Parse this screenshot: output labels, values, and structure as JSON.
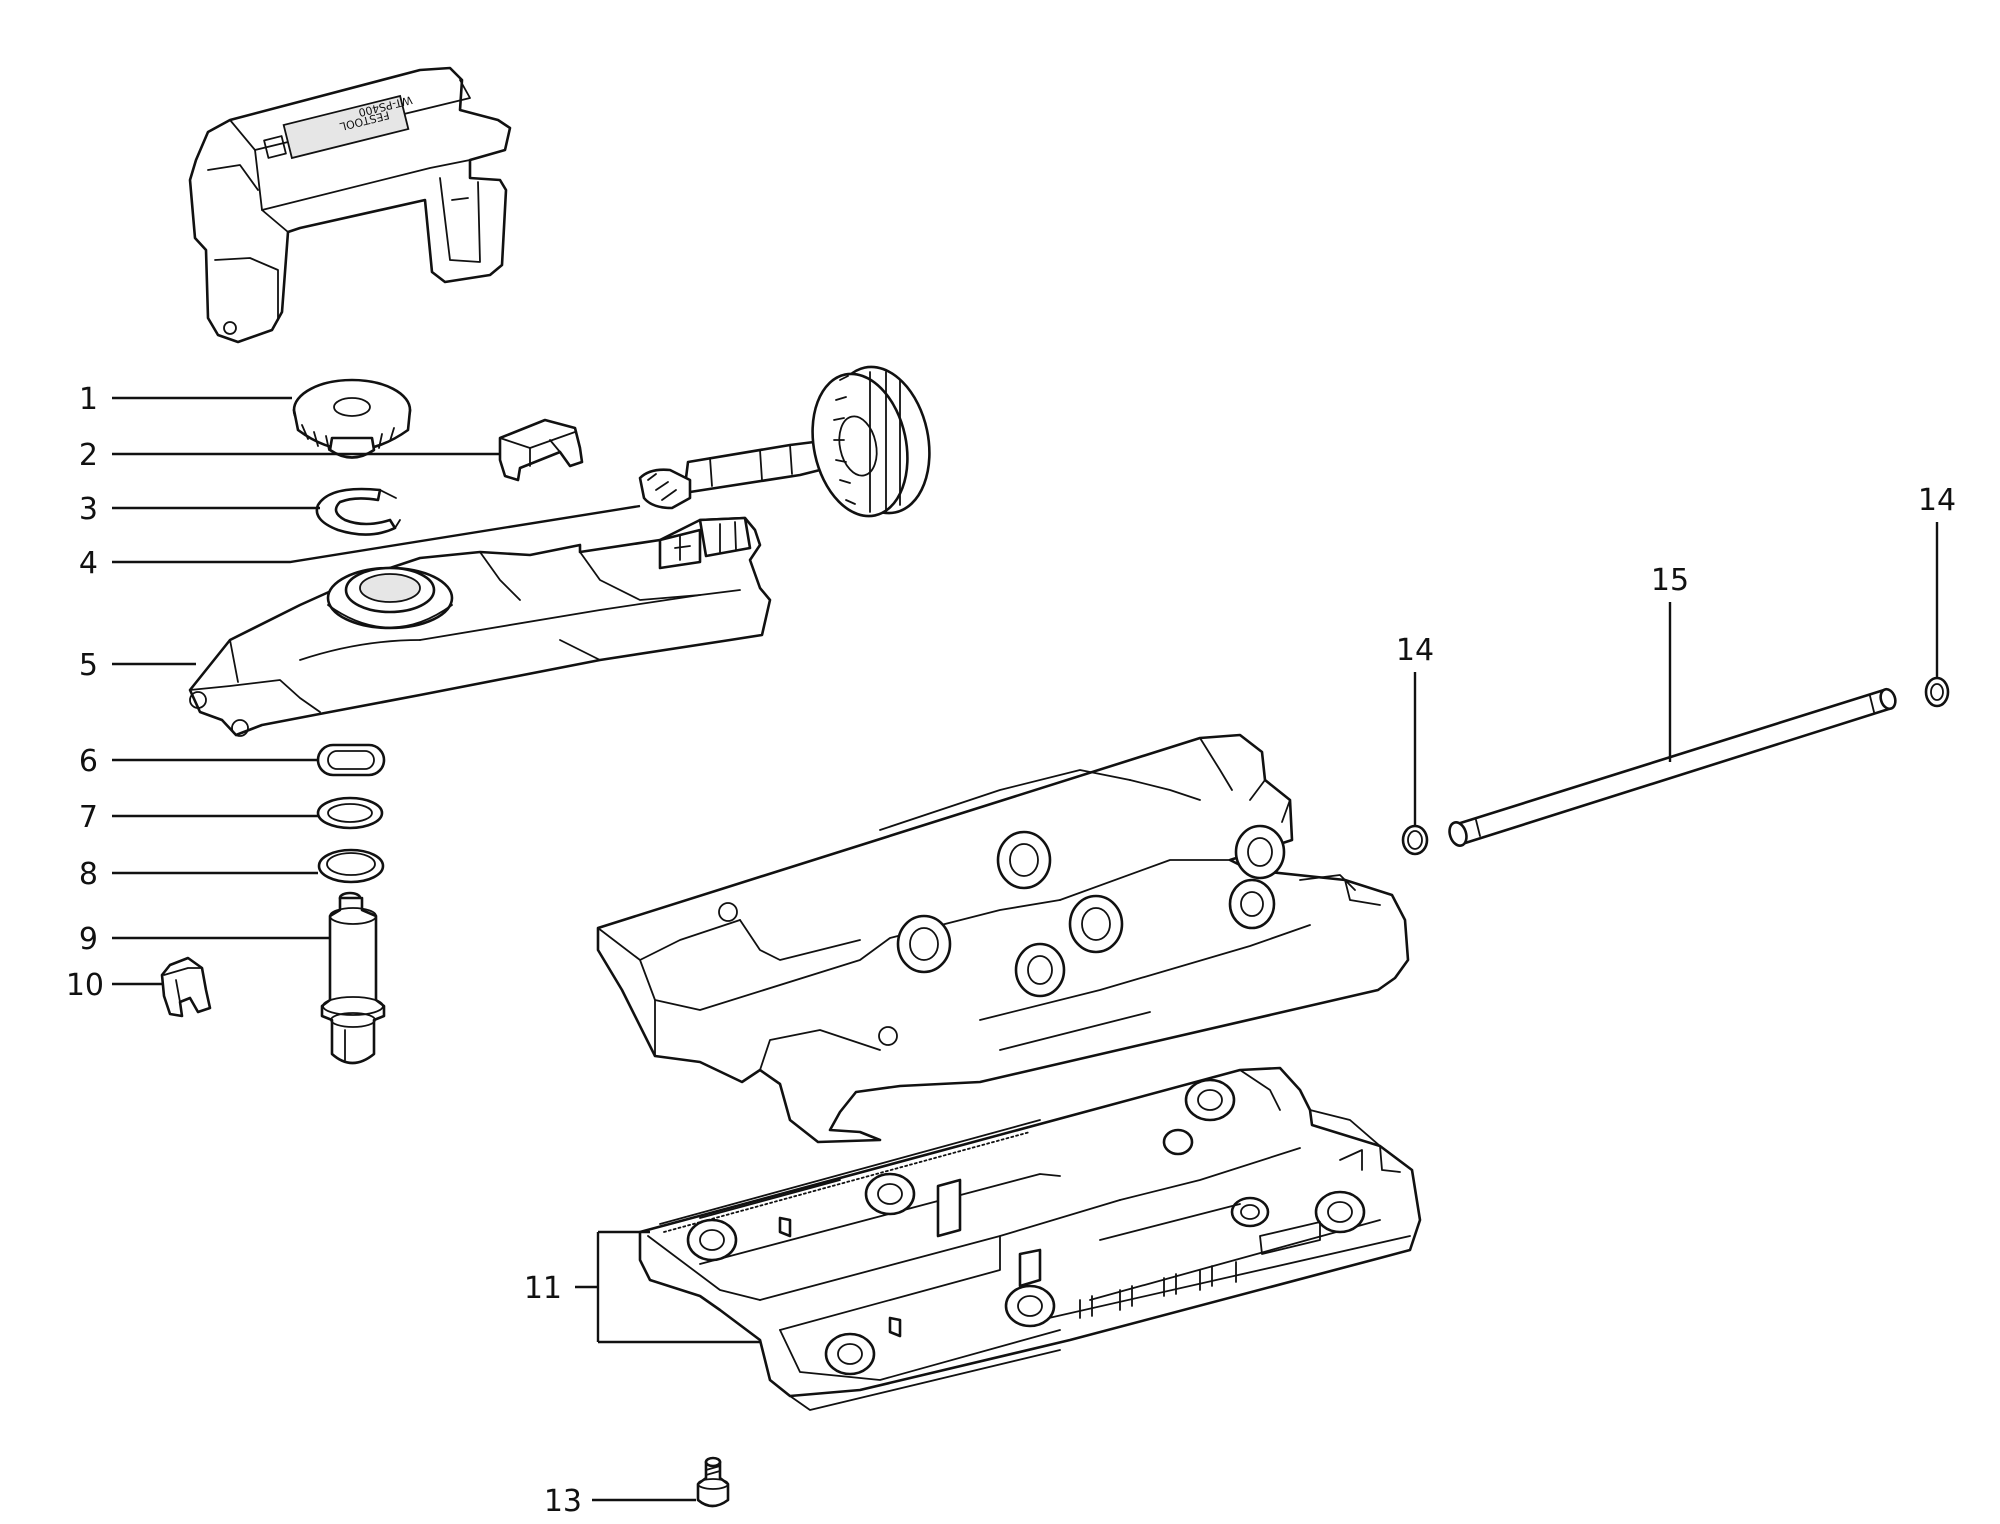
{
  "callouts": [
    {
      "id": "1",
      "label": "1"
    },
    {
      "id": "2",
      "label": "2"
    },
    {
      "id": "3",
      "label": "3"
    },
    {
      "id": "4",
      "label": "4"
    },
    {
      "id": "5",
      "label": "5"
    },
    {
      "id": "6",
      "label": "6"
    },
    {
      "id": "7",
      "label": "7"
    },
    {
      "id": "8",
      "label": "8"
    },
    {
      "id": "9",
      "label": "9"
    },
    {
      "id": "10",
      "label": "10"
    },
    {
      "id": "11",
      "label": "11"
    },
    {
      "id": "13",
      "label": "13"
    },
    {
      "id": "14a",
      "label": "14"
    },
    {
      "id": "14b",
      "label": "14"
    },
    {
      "id": "15",
      "label": "15"
    }
  ],
  "housing_print": {
    "brand": "FESTOOL",
    "model": "WT-PS400"
  }
}
